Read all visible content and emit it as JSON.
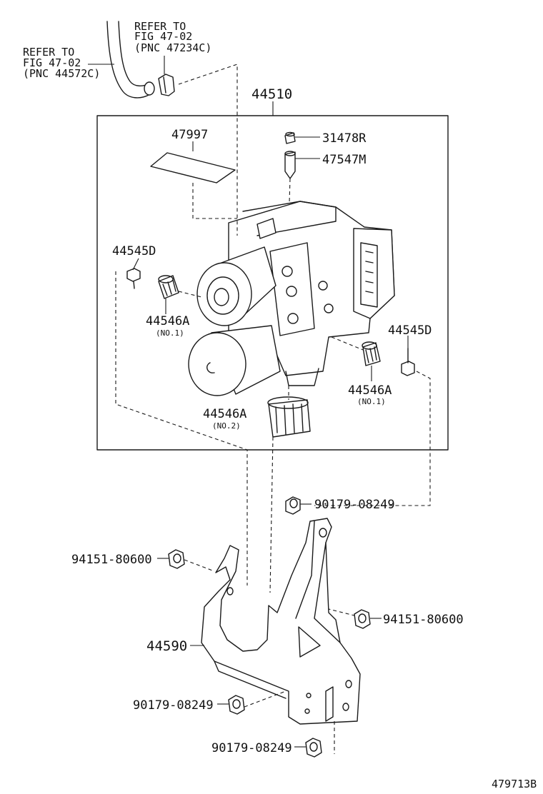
{
  "references": [
    {
      "line1": "REFER TO",
      "line2": "FIG 47-02",
      "line3": "(PNC 47234C)"
    },
    {
      "line1": "REFER TO",
      "line2": "FIG 47-02",
      "line3": "(PNC 44572C)"
    }
  ],
  "parts": {
    "assembly": "44510",
    "label_plate": "47997",
    "cap": "31478R",
    "bleeder_plug": "47547M",
    "pin_left": "44545D",
    "pin_right": "44545D",
    "cushion_left": "44546A",
    "cushion_left_note": "(NO.1)",
    "cushion_right": "44546A",
    "cushion_right_note": "(NO.1)",
    "cushion_bottom": "44546A",
    "cushion_bottom_note": "(NO.2)",
    "nut_top_right": "90179-08249",
    "nut_left": "94151-80600",
    "nut_right": "94151-80600",
    "bracket": "44590",
    "nut_bottom_1": "90179-08249",
    "nut_bottom_2": "90179-08249"
  },
  "footer": {
    "figure_id": "479713B"
  }
}
